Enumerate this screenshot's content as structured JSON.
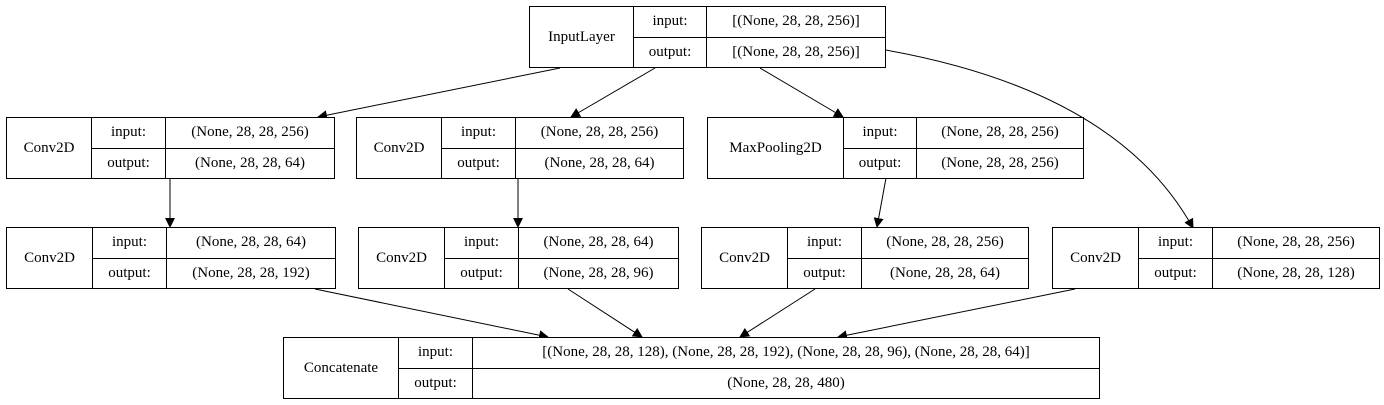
{
  "io_labels": {
    "input": "input:",
    "output": "output:"
  },
  "nodes": {
    "input_layer": {
      "name": "InputLayer",
      "input": "[(None, 28, 28, 256)]",
      "output": "[(None, 28, 28, 256)]"
    },
    "conv_a1": {
      "name": "Conv2D",
      "input": "(None, 28, 28, 256)",
      "output": "(None, 28, 28, 64)"
    },
    "conv_b1": {
      "name": "Conv2D",
      "input": "(None, 28, 28, 256)",
      "output": "(None, 28, 28, 64)"
    },
    "maxpool": {
      "name": "MaxPooling2D",
      "input": "(None, 28, 28, 256)",
      "output": "(None, 28, 28, 256)"
    },
    "conv_a2": {
      "name": "Conv2D",
      "input": "(None, 28, 28, 64)",
      "output": "(None, 28, 28, 192)"
    },
    "conv_b2": {
      "name": "Conv2D",
      "input": "(None, 28, 28, 64)",
      "output": "(None, 28, 28, 96)"
    },
    "conv_c2": {
      "name": "Conv2D",
      "input": "(None, 28, 28, 256)",
      "output": "(None, 28, 28, 64)"
    },
    "conv_d1": {
      "name": "Conv2D",
      "input": "(None, 28, 28, 256)",
      "output": "(None, 28, 28, 128)"
    },
    "concatenate": {
      "name": "Concatenate",
      "input": "[(None, 28, 28, 128), (None, 28, 28, 192), (None, 28, 28, 96), (None, 28, 28, 64)]",
      "output": "(None, 28, 28, 480)"
    }
  }
}
